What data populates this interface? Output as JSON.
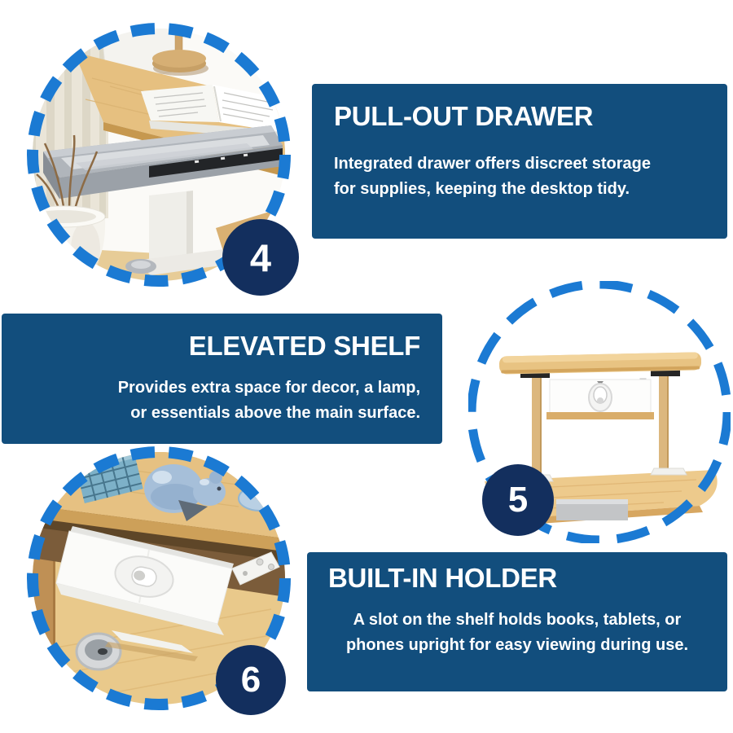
{
  "colors": {
    "background": "#ffffff",
    "panel_blue": "#124e7d",
    "badge_navy": "#132f5e",
    "dash_blue": "#1b7ad3",
    "text_white": "#ffffff"
  },
  "sections": [
    {
      "badge": "4",
      "title": "PULL-OUT DRAWER",
      "lines": [
        "Integrated drawer offers discreet storage",
        "for supplies, keeping the desktop tidy."
      ],
      "photo": "under-desk pull-out drawer"
    },
    {
      "badge": "5",
      "title": "ELEVATED SHELF",
      "lines": [
        "Provides extra space for decor, a lamp,",
        "or essentials above the main surface."
      ],
      "photo": "elevated shelf above desktop"
    },
    {
      "badge": "6",
      "title": "BUILT-IN HOLDER",
      "lines": [
        "A slot on the shelf holds books, tablets, or",
        "phones upright for easy viewing during use."
      ],
      "photo": "built-in book and tablet holder"
    }
  ]
}
